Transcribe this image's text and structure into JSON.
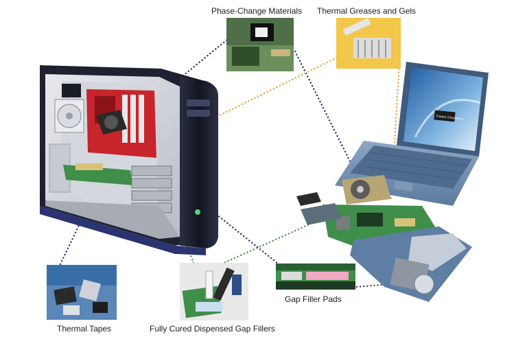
{
  "labels": {
    "phase_change": "Phase-Change Materials",
    "thermal_greases": "Thermal Greases and Gels",
    "thermal_tapes": "Thermal Tapes",
    "fully_cured": "Fully Cured Dispensed Gap Fillers",
    "gap_filler_pads": "Gap Filler Pads"
  },
  "laptop_screen_text": "Parker Chomerics",
  "colors": {
    "connector_navy": "#2b2f7a",
    "connector_orange": "#e8a13a",
    "connector_green": "#3f9a45",
    "connector_gray": "#444444",
    "case_black": "#1d2130",
    "case_silver": "#c9ccd2",
    "board_red": "#c8242b",
    "board_green": "#3f8e4a",
    "laptop_blue": "#6f8fb4"
  }
}
